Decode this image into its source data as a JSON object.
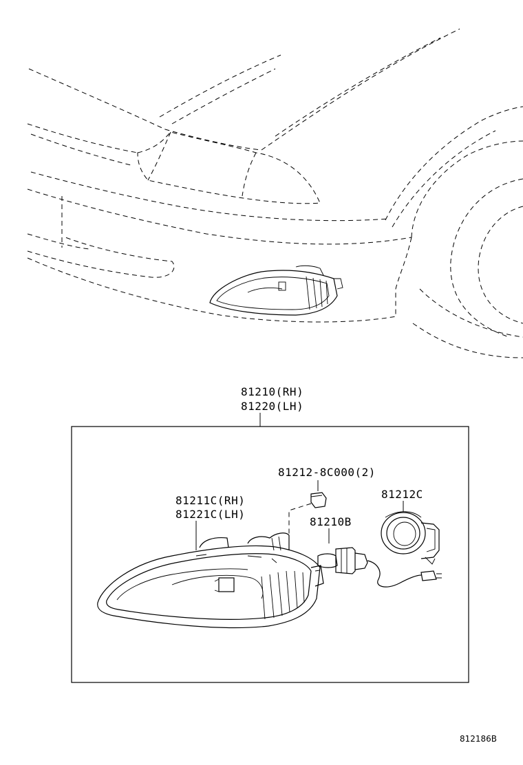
{
  "assembly": {
    "rh": "81210(RH)",
    "lh": "81220(LH)"
  },
  "parts": {
    "lens_rh": "81211C(RH)",
    "lens_lh": "81221C(LH)",
    "clip": "81212-8C000(2)",
    "bulb": "81210B",
    "socket": "81212C"
  },
  "footer": {
    "code": "812186B"
  }
}
